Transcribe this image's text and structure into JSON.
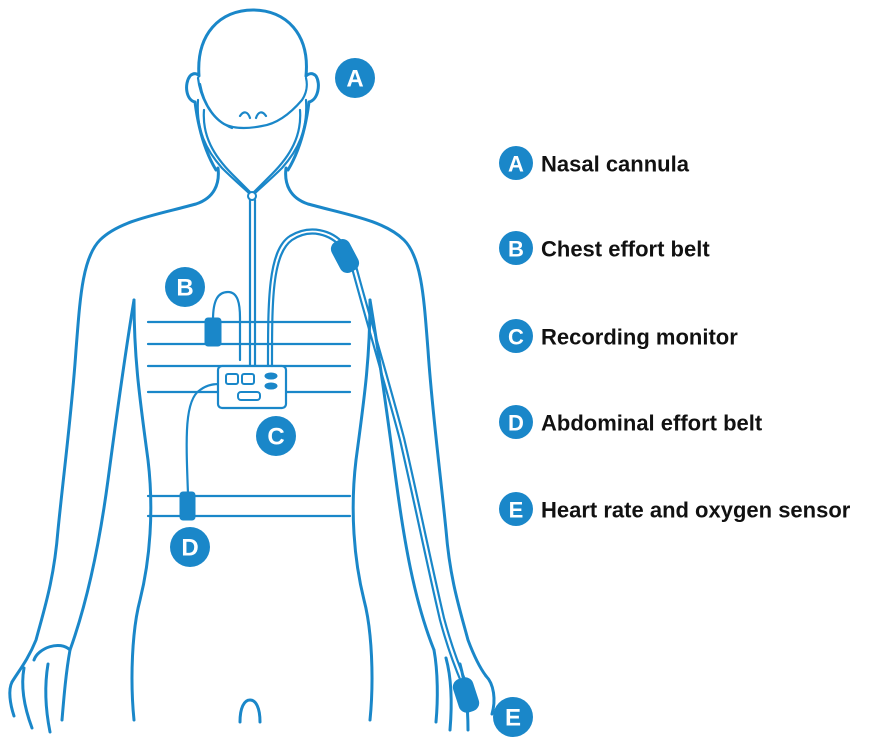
{
  "diagram": {
    "accent_color": "#1a87c9",
    "text_color": "#111111",
    "markers": {
      "a": "A",
      "b": "B",
      "c": "C",
      "d": "D",
      "e": "E"
    },
    "legend": [
      {
        "letter": "A",
        "label": "Nasal cannula"
      },
      {
        "letter": "B",
        "label": "Chest effort belt"
      },
      {
        "letter": "C",
        "label": "Recording monitor"
      },
      {
        "letter": "D",
        "label": "Abdominal effort belt"
      },
      {
        "letter": "E",
        "label": "Heart rate and oxygen sensor"
      }
    ]
  }
}
